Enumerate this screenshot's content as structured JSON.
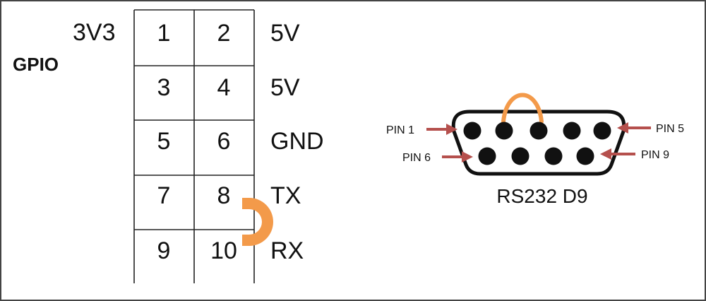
{
  "gpio_header": {
    "title": "GPIO",
    "rows": [
      {
        "left_label": "3V3",
        "pins": [
          "1",
          "2"
        ],
        "right_label": "5V"
      },
      {
        "left_label": "",
        "pins": [
          "3",
          "4"
        ],
        "right_label": "5V"
      },
      {
        "left_label": "",
        "pins": [
          "5",
          "6"
        ],
        "right_label": "GND"
      },
      {
        "left_label": "",
        "pins": [
          "7",
          "8"
        ],
        "right_label": "TX"
      },
      {
        "left_label": "",
        "pins": [
          "9",
          "10"
        ],
        "right_label": "RX"
      }
    ],
    "loopback_color": "#f39a4a"
  },
  "connector": {
    "title": "RS232 D9",
    "labels": {
      "pin1": "PIN 1",
      "pin5": "PIN 5",
      "pin6": "PIN 6",
      "pin9": "PIN 9"
    },
    "arrow_color": "#b5504d",
    "pin_color": "#111111",
    "jumper_color": "#f39a4a"
  }
}
